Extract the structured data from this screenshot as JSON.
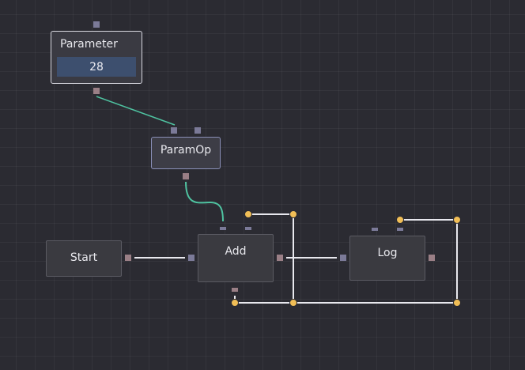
{
  "nodes": {
    "parameter": {
      "title": "Parameter",
      "value": "28"
    },
    "paramop": {
      "title": "ParamOp"
    },
    "start": {
      "title": "Start"
    },
    "add": {
      "title": "Add"
    },
    "log": {
      "title": "Log"
    }
  },
  "colors": {
    "canvas": "#2b2b32",
    "node_fill": "#3a3a40",
    "data_wire": "#4fc3a1",
    "flow_wire": "#e8e8ee",
    "handle": "#f1be56",
    "input_port": "#7b7a98",
    "output_port": "#9a7f86",
    "value_field": "#3d4f6e"
  }
}
